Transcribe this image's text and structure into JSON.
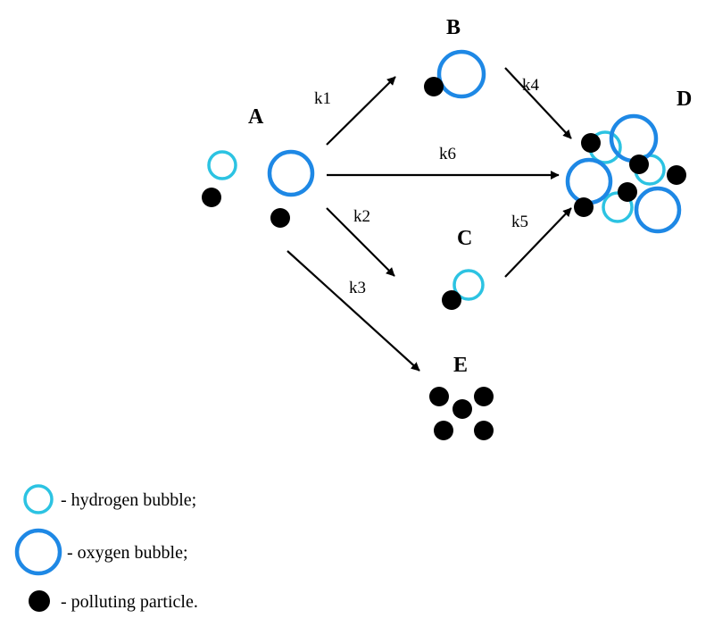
{
  "states": {
    "A": "A",
    "B": "B",
    "C": "C",
    "D": "D",
    "E": "E"
  },
  "rates": {
    "k1": "k1",
    "k2": "k2",
    "k3": "k3",
    "k4": "k4",
    "k5": "k5",
    "k6": "k6"
  },
  "legend": {
    "hydrogen": "- hydrogen bubble;",
    "oxygen": "- oxygen bubble;",
    "particle": "- polluting particle."
  },
  "colors": {
    "hydrogen": "#2cc3e2",
    "oxygen": "#1e88e5",
    "particle": "#000000"
  }
}
